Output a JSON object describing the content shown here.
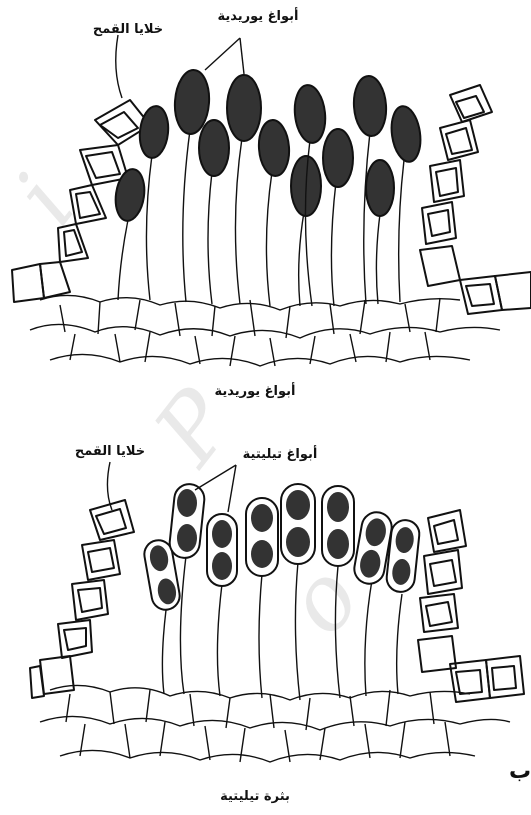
{
  "top_panel": {
    "label_host_cells": "خلايا القمح",
    "label_spores": "أبواغ يوريدية",
    "caption": "أبواغ يوريدية"
  },
  "bottom_panel": {
    "label_host_cells": "خلايا القمح",
    "label_spores": "أبواغ تيليتية",
    "caption": "بثرة تيليتية"
  },
  "edge_mark": "ب"
}
